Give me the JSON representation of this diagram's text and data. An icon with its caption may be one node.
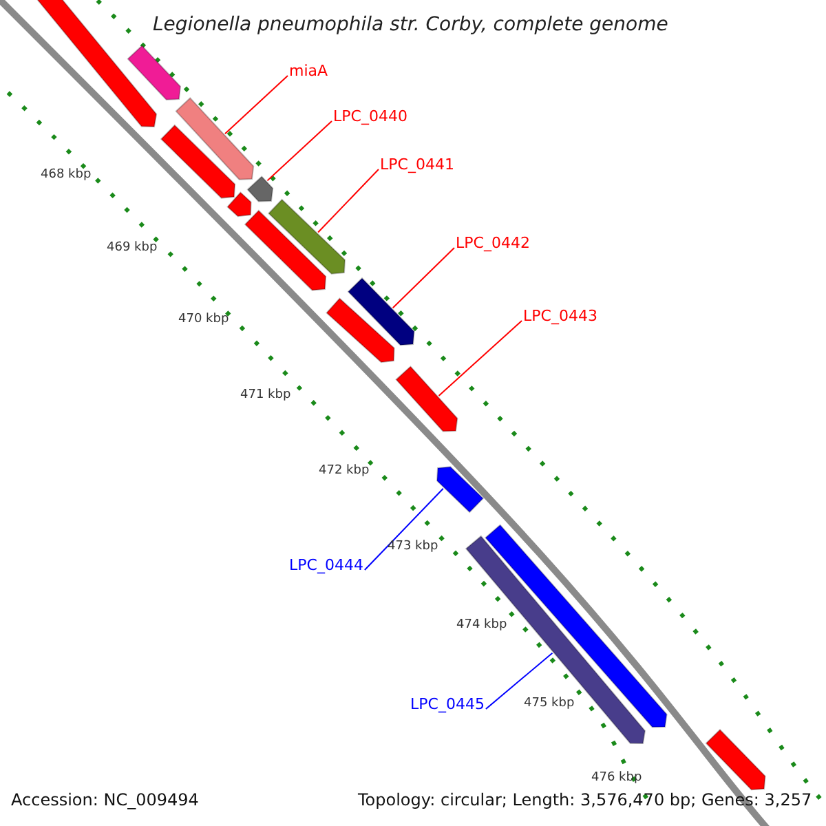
{
  "diagram": {
    "title": "Legionella pneumophila str. Corby, complete genome",
    "nodes": [
      {
        "text": [
          "miaA"
        ]
      },
      {
        "text": [],
        "shape": "bar"
      },
      {
        "text": [
          "LPC_0440"
        ]
      },
      {
        "text": [],
        "shape": "bar"
      },
      {
        "text": [
          "LPC_0441"
        ]
      },
      {
        "text": [],
        "shape": "bar"
      },
      {
        "text": [
          "LPC_0442"
        ]
      },
      {
        "text": [],
        "shape": "bar"
      },
      {
        "text": [
          "LPC_0443"
        ]
      },
      {
        "text": [],
        "shape": "bar"
      },
      {
        "text": [
          "LPC_0444"
        ]
      },
      {
        "text": [],
        "shape": "bar"
      },
      {
        "text": [
          "LPC_0445"
        ]
      },
      {
        "text": [],
        "shape": "bar"
      },
      {
        "text": [],
        "shape": "bar"
      },
      {
        "text": [],
        "shape": "bar"
      },
      {
        "text": [],
        "shape": "bar"
      },
      {
        "text": [],
        "shape": "bar"
      },
      {
        "text": [],
        "shape": "bar"
      },
      {
        "text": [],
        "shape": "bar"
      },
      {
        "text": [],
        "shape": "bar"
      },
      {
        "text": [],
        "shape": "bar"
      }
    ],
    "edges": [
      {
        "from": 0,
        "to": 1,
        "arrow": "none"
      },
      {
        "from": 2,
        "to": 3,
        "arrow": "none"
      },
      {
        "from": 4,
        "to": 5,
        "arrow": "none"
      },
      {
        "from": 6,
        "to": 7,
        "arrow": "none"
      },
      {
        "from": 8,
        "to": 9,
        "arrow": "none"
      },
      {
        "from": 10,
        "to": 11,
        "arrow": "none",
        "color": "#0000ff"
      },
      {
        "from": 12,
        "to": 13,
        "arrow": "none",
        "color": "#0000ff"
      }
    ],
    "labels": [
      "468 kbp",
      "469 kbp",
      "470 kbp",
      "471 kbp",
      "472 kbp",
      "473 kbp",
      "474 kbp",
      "475 kbp",
      "476 kbp",
      "Accession: NC_009494",
      "Topology: circular; Length: 3,576,470 bp; Genes: 3,257"
    ]
  }
}
